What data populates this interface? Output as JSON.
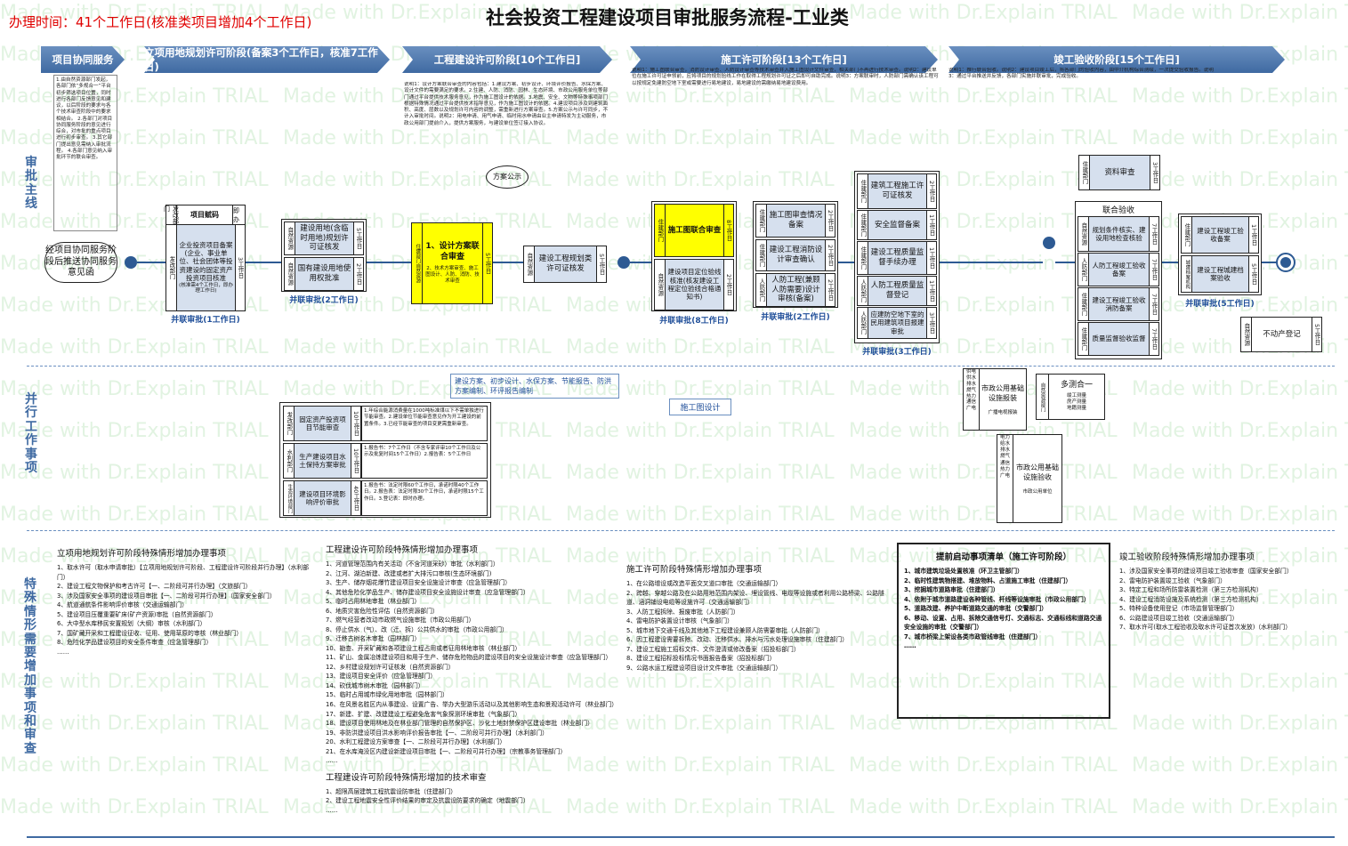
{
  "title": "社会投资工程建设项目审批服务流程-工业类",
  "time_limit": "办理时间：41个工作日(核准类项目增加4个工作日)",
  "phases": [
    "项目协同服务",
    "立项用地规划许可阶段(备案3个工作日，核准7工作日)",
    "工程建设许可阶段[10个工作日]",
    "施工许可阶段[13个工作日]",
    "竣工验收阶段[15个工作日]"
  ],
  "lanes": {
    "main": "审批主线",
    "parallel": "并行工作事项",
    "special": "特殊情形需要增加事项和审查"
  },
  "start": "经项目协同服务阶段后推送协同服务意见函",
  "notes": {
    "n1": "1.由自然资源部门发起，各部门依“多规合一”平台初步筛选项目位置，同时进行各部门反馈意见和建议，以后阶段的要求与各个技术审查阶段中的要求相结合。 2.各部门对项目协同服务阶段的意见进行综合，对市批的重点项目进行初步审查。 3.其它部门提出意见需纳入审批流程。 4.各部门意见纳入审批环节的联合审查。",
    "n3": "说明1：设计方案联合审查的内容包括：1.建设方案、初步设计、环境评价报告、水保方案、设计文件的需要满足的要求。2.住建、人防、消防、园林、生态环境、市政公用服务单位等部门通过平台提供技术服务意见，作为施工图设计的依据。3.地震、安全、文物等特殊事项部门根据特殊情况通过平台提供技术指导意见，作为施工图设计的依据。4.建设项目涉及到建筑面积、高度、层数以及规划许可内容的调整，需重新进行方案审查。5.方案公示与许可同步，不计入审批时间。说明2：用电申请、用气申请、临时用水申请由业主申请特发为主动服务，市政公用部门提前介入，提供方案服务，与建设单位签订接入协议。",
    "n4": "说明1：施工图联合审查，消防设计审查、人防设计审查等技术审查并入施工图设计文件审查，相关部门不再进行技术审查。说明2：建设单位在施工许可证申领前，应将项目的规划验线工作在取得工程规划许可证之后即可自助完成。说明3：方案联审时，人防部门需确认该工程可以按规定免建防空地下室或需要进行易地建设，易地建设的需缴纳易地建设费用。",
    "n5": "说明1：推行联合验收。说明2：建设项目竣工后，将各部门的验收内容，由中介机构综合测绘，一次提交验收报告。说明3：通过平台推送并反馈，各部门实施并联审批，完成验收。"
  },
  "stage1": {
    "header": [
      "发改部门",
      "项目赋码",
      "即办"
    ],
    "main": "企业投资项目备案(企业、事业单位、社会团体等投资建设的固定资产投资项目核准",
    "note": "(核准需4个工作日，即办理工作日)",
    "dept": "发改部门",
    "time": "3工作日",
    "bottom": "并联审批(1工作日)"
  },
  "stage2": {
    "items": [
      {
        "dept": "自然资源",
        "label": "建设用地(含临时用地)规划许可证核发",
        "time": "5工作日"
      },
      {
        "dept": "自然资源",
        "label": "国有建设用地使用权批准",
        "time": "2工作日"
      }
    ],
    "bottom": "并联审批(2工作日)"
  },
  "stage3a": {
    "depts": [
      "住建部门",
      "自然资源",
      "人防部门",
      "园林",
      "交通",
      "文物",
      "市政公用"
    ],
    "label": "1、设计方案联合审查",
    "sub": "2、技术方案审查、施工图设计、人防、消防、技术审查",
    "time": "5工作日"
  },
  "stage3b": {
    "dept": "自然资源",
    "label": "建设工程规划类许可证核发",
    "time": "5工作日"
  },
  "publicity": "方案公示",
  "stage4": {
    "blocks": [
      {
        "dept": "住建部门",
        "label": "施工图联合审查",
        "time": "8工作日",
        "yellow": true
      },
      {
        "dept": "自然资源",
        "label": "建设项目定位验线核准(核发建设工程定位验线合格通知书)",
        "time": "2工作日"
      },
      {
        "dept": "住建部门",
        "label": "施工图审查情况备案",
        "time": "2工作日"
      },
      {
        "dept": "住建部门",
        "label": "建设工程消防设计审查确认",
        "time": "2工作日"
      },
      {
        "dept": "人防部门",
        "label": "人防工程(兼顾人防需要)设计审核(备案)",
        "time": "2工作日"
      }
    ],
    "bottom1": "并联审批(8工作日)",
    "bottom2": "并联审批(2工作日)"
  },
  "stage4c": {
    "items": [
      {
        "dept": "住建部门",
        "label": "建筑工程施工许可证核发",
        "time": "2工作日"
      },
      {
        "dept": "住建部门",
        "label": "安全监督备案",
        "time": "1工作日"
      },
      {
        "dept": "住建部门",
        "label": "建设工程质量监督手续办理",
        "time": "1工作日"
      },
      {
        "dept": "人防部门",
        "label": "人防工程质量监督登记",
        "time": "1工作日"
      },
      {
        "dept": "人防部门",
        "label": "应建防空地下室的民用建筑项目报建审批",
        "time": "3工作日"
      }
    ],
    "bottom": "并联审批(3工作日)"
  },
  "stage5": {
    "review": {
      "dept": "住建部门",
      "label": "资料审查",
      "time": "3工作日"
    },
    "joint_title": "联合验收",
    "items": [
      {
        "dept": "自然资源",
        "label": "规划条件核实、建设用地检查核验",
        "time": "7工作日"
      },
      {
        "dept": "人防部门",
        "label": "人防工程竣工验收备案",
        "time": "7工作日"
      },
      {
        "dept": "住建部门",
        "label": "建设工程竣工验收消防备案",
        "time": "7工作日"
      },
      {
        "dept": "住建部门",
        "label": "质量监督验收监督",
        "time": "7工作日"
      }
    ],
    "archive": [
      {
        "dept": "住建部门",
        "label": "建设工程竣工验收备案",
        "time": "1工作日"
      },
      {
        "dept": "城建档案机构",
        "label": "建设工程城建档案验收",
        "time": "5工作日"
      }
    ],
    "bottom": "并联审批(5工作日)",
    "final": {
      "dept": "自然资源",
      "label": "不动产登记",
      "time": "5工作日"
    }
  },
  "parallel": {
    "p1": {
      "dept": "发改部门",
      "label": "固定资产投资项目节能审查",
      "time": "10工作日",
      "note": "1.年综合能源消费量在1000吨标准煤以下不需单独进行节能审查。2.建设单位节能审查意见作为开工建设的前置条件。3.已经节能审查的项目变更需重新审查。"
    },
    "p2": {
      "dept": "水利部门",
      "label": "生产建设项目水土保持方案审批",
      "time": "10工作日",
      "note": "1.报告书：7个工作日（不含专家评审10个工作日及公示及批复时间15个工作日）2.报告表：5个工作日"
    },
    "p3": {
      "dept": "生态环境部门",
      "label": "建设项目环境影响评价审批",
      "time": "40工作日",
      "note": "1.报告书：法定时限60个工作日，承诺时限40个工作日。2.报告表：法定时限30个工作日，承诺时限15个工作日。3.登记表：即时办理。"
    },
    "tag1": "建设方案、初步设计、水保方案、节能报告、防洪方案编制、环评报告编制",
    "tag2": "施工图设计",
    "utility1": {
      "depts": [
        "供电",
        "供水",
        "排水",
        "燃气",
        "热力",
        "通信",
        "广电"
      ],
      "label": "市政公用基础设施报装",
      "sub": "广播电视报装"
    },
    "utility2": {
      "depts": [
        "电力",
        "给水",
        "排水",
        "燃气",
        "通信",
        "热力",
        "广电"
      ],
      "label": "市政公用基础设施验收",
      "sub": "市政公用单位"
    },
    "multi": {
      "dept": "自然资源部门",
      "label": "多测合一",
      "items": [
        "竣工测量",
        "房产测量",
        "地籍测量"
      ]
    }
  },
  "special": {
    "s1": {
      "title": "立项用地规划许可阶段特殊情形增加办理事项",
      "items": [
        "1、取水许可（取水申请审批）【立项用地规划许可阶段、工程建设许可阶段并行办理】（水利部门）",
        "2、建设工程文物保护和考古许可【一、二阶段可并行办理】（文旅部门）",
        "3、涉及国家安全事项的建设项目审批【一、二阶段可并行办理】（国家安全部门）",
        "4、航道通航条件影响评价审核（交通运输部门）",
        "5、建设项目压覆重要矿床(矿产资源)审批（自然资源部门）",
        "6、大中型水库移民安置规划（大纲）审核（水利部门）",
        "7、国矿藏开采和工程建设征收、征用、使用草原的审核（林业部门）",
        "8、危险化学品建设项目的安全条件审查（应急管理部门）",
        "……"
      ]
    },
    "s2": {
      "title": "工程建设许可阶段特殊情形增加办理事项",
      "items": [
        "1、河道管理范围内有关活动（不含河道采砂）审批（水利部门）",
        "2、江河、湖泊新建、改建或者扩大排污口审核(生态环境部门)",
        "3、生产、储存烟花爆竹建设项目安全设施设计审查（应急管理部门）",
        "4、其他危险化学品生产、储存建设项目安全设施设计审查（应急管理部门）",
        "5、临时占用林地审批（林业部门）",
        "6、地质灾害危险性评估（自然资源部门）",
        "7、燃气经营者改动市政燃气设施审批（市政公用部门）",
        "8、停止供水（气）、改（迁、拆）公共供水的审批（市政公用部门）",
        "9、迁移古树名木审批（园林部门）",
        "10、勘查、开采矿藏和各项建设工程占用或者征用林地审核（林业部门）",
        "11、矿山、金属冶炼建设项目和用于生产、储存危险物品的建设项目的安全设施设计审查（应急管理部门）",
        "12、乡村建设规划许可证核发（自然资源部门）",
        "13、建设项目安全评价（应急管理部门）",
        "14、砍伐城市树木审批（园林部门）",
        "15、临时占用城市绿化用地审批（园林部门）",
        "16、在风景名胜区内从事建设、设置广告、举办大型游乐活动以及其他影响生态和景观活动许可（林业部门）",
        "17、新建、扩建、改建建设工程避免危害气象探测环境审批（气象部门）",
        "18、建设项目使用林地及在林业部门管理的自然保护区、沙化土地封禁保护区建设审批（林业部门）",
        "19、非防洪建设项目洪水影响评价报告审批【一、二阶段可并行办理】（水利部门）",
        "20、水利工程建设方案审查【一、二阶段可并行办理】（水利部门）",
        "21、在水库淹没区内建设新建设项目审批【一、二阶段可并行办理】（宗教事务管理部门）",
        "……"
      ]
    },
    "s2b": {
      "title": "工程建设许可阶段特殊情形增加的技术审查",
      "items": [
        "1、超限高层建筑工程抗震设防审批（住建部门）",
        "2、建设工程地震安全性评价结果的审定及抗震设防要求的确定（地震部门）",
        "……"
      ]
    },
    "s3": {
      "title": "施工许可阶段特殊情形增加办理事项",
      "items": [
        "1、在公路增设或改造平面交叉道口审批（交通运输部门）",
        "2、跨越、穿越公路及在公路用地范围内架设、埋设管线、电缆等设施或者利用公路桥梁、公路隧道、涵洞铺设电缆等设施许可（交通运输部门）",
        "3、人防工程拆除、报废审批（人防部门）",
        "4、雷电防护装置设计审核（气象部门）",
        "5、城市地下交通干线及其他地下工程建设兼顾人防需要审批（人防部门）",
        "6、因工程建设需要拆除、改动、迁移供水、排水与污水处理设施审核（住建部门）",
        "7、建设工程施工招标文件、文件澄清或修改备案（招投标部门）",
        "8、建设工程招标投标情况书面报告备案（招投标部门）",
        "9、公路水运工程建设项目设计文件审批（交通运输部门）"
      ]
    },
    "s4": {
      "title": "提前启动事项清单（施工许可阶段）",
      "items": [
        "1、城市建筑垃圾处置核准（环卫主管部门）",
        "2、临时性建筑物搭建、堆放物料、占道施工审批（住建部门）",
        "3、挖掘城市道路审批（住建部门）",
        "4、依附于城市道路建设各种管线、杆线等设施审批（市政公用部门）",
        "5、道路改建、养护中断道路交通的审批（交警部门）",
        "6、移动、设置、占用、拆除交通信号灯、交通标志、交通标线和道路交通安全设施的审批（交警部门）",
        "7、城市桥梁上架设各类市政管线审批（住建部门）",
        "……"
      ]
    },
    "s5": {
      "title": "竣工验收阶段特殊情形增加办理事项",
      "items": [
        "1、涉及国家安全事项的建设项目竣工验收审查（国家安全部门）",
        "2、雷电防护装置竣工验收（气象部门）",
        "3、特定工程和场所防雷装置检测（第三方检测机构）",
        "4、建设工程消防设施及系统检测（第三方检测机构）",
        "5、特种设备使用登记（市场监督管理部门）",
        "6、公路建设项目竣工验收（交通运输部门）",
        "7、取水许可(取水工程验收及取水许可证首次发放)（水利部门）"
      ]
    }
  },
  "watermark": "Made with Dr.Explain TRIAL"
}
